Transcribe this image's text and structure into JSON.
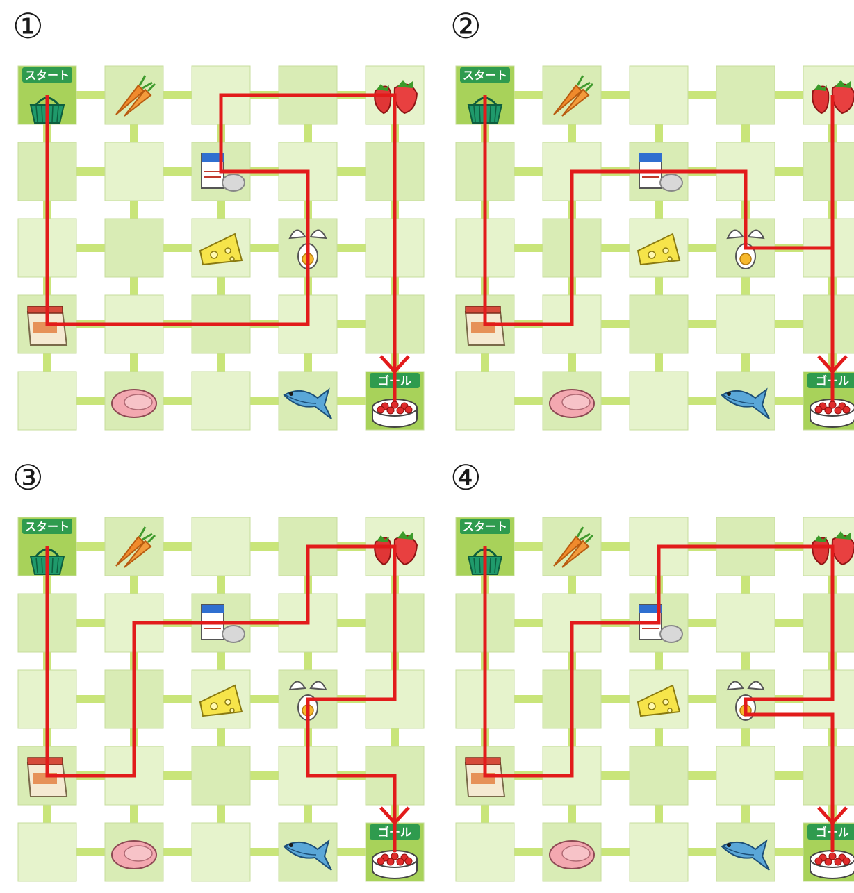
{
  "board": {
    "start_label": "スタート",
    "goal_label": "ゴール",
    "colors": {
      "path": "#e21b1b",
      "connector": "#c9e57a",
      "tile": "#d9ecb5",
      "tile_alt": "#e6f3cc",
      "special_tile": "#a8d25a"
    },
    "items": [
      {
        "cell": "0-0",
        "kind": "start",
        "icon": "basket-icon"
      },
      {
        "cell": "0-1",
        "kind": "item",
        "icon": "carrot-icon"
      },
      {
        "cell": "0-4",
        "kind": "item",
        "icon": "strawberry-icon"
      },
      {
        "cell": "1-2",
        "kind": "item",
        "icon": "milk-cream-icon"
      },
      {
        "cell": "2-2",
        "kind": "item",
        "icon": "cheese-icon"
      },
      {
        "cell": "2-3",
        "kind": "item",
        "icon": "egg-icon"
      },
      {
        "cell": "3-0",
        "kind": "item",
        "icon": "flour-bag-icon"
      },
      {
        "cell": "4-1",
        "kind": "item",
        "icon": "ham-icon"
      },
      {
        "cell": "4-3",
        "kind": "item",
        "icon": "fish-icon"
      },
      {
        "cell": "4-4",
        "kind": "goal",
        "icon": "cake-icon"
      }
    ]
  },
  "panels": [
    {
      "label": "①",
      "route": [
        [
          0,
          0
        ],
        [
          3,
          0
        ],
        [
          3,
          3
        ],
        [
          1,
          3
        ],
        [
          1,
          2
        ],
        [
          0,
          2
        ],
        [
          0,
          4
        ],
        [
          4,
          4
        ]
      ]
    },
    {
      "label": "②",
      "route": [
        [
          0,
          0
        ],
        [
          3,
          0
        ],
        [
          3,
          1
        ],
        [
          1,
          1
        ],
        [
          1,
          3
        ],
        [
          2,
          3
        ],
        [
          2,
          4
        ],
        [
          0,
          4
        ],
        [
          4,
          4
        ]
      ]
    },
    {
      "label": "③",
      "route": [
        [
          0,
          0
        ],
        [
          3,
          0
        ],
        [
          3,
          1
        ],
        [
          1,
          1
        ],
        [
          1,
          3
        ],
        [
          0,
          3
        ],
        [
          0,
          4
        ],
        [
          2,
          4
        ],
        [
          2,
          3
        ],
        [
          3,
          3
        ],
        [
          3,
          4
        ],
        [
          4,
          4
        ]
      ]
    },
    {
      "label": "④",
      "route": [
        [
          0,
          0
        ],
        [
          3,
          0
        ],
        [
          3,
          1
        ],
        [
          1,
          1
        ],
        [
          1,
          2
        ],
        [
          0,
          2
        ],
        [
          0,
          4
        ],
        [
          2,
          4
        ],
        [
          2,
          3
        ],
        [
          2.2,
          3
        ],
        [
          2.2,
          4
        ],
        [
          4,
          4
        ]
      ]
    }
  ]
}
